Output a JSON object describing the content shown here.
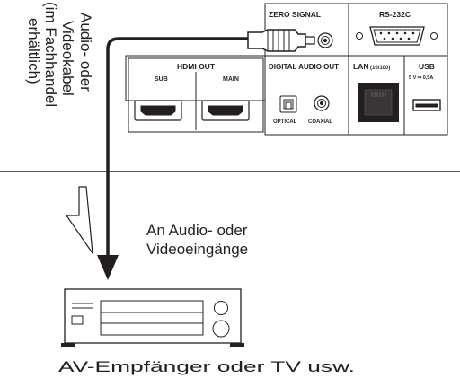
{
  "cable_label_lines": [
    "Audio- oder",
    "Videokabel",
    "(im Fachhandel",
    "erhältlich)"
  ],
  "input_label_lines": [
    "An Audio- oder",
    "Videoeingänge"
  ],
  "receiver_caption": "AV-Empfänger oder TV usw.",
  "panel": {
    "zero_signal": "ZERO SIGNAL",
    "rs232c": "RS-232C",
    "hdmi_out": "HDMI OUT",
    "hdmi_sub": "SUB",
    "hdmi_main": "MAIN",
    "digital_audio_out": "DIGITAL AUDIO OUT",
    "optical": "OPTICAL",
    "coaxial": "COAXIAL",
    "lan_label": "LAN",
    "lan_speed": "(10/100)",
    "usb": "USB",
    "usb_rating": "5 V ⎓ 0,5A"
  },
  "colors": {
    "line": "#231f20",
    "stroke": "#231f20",
    "fill": "#ffffff"
  }
}
